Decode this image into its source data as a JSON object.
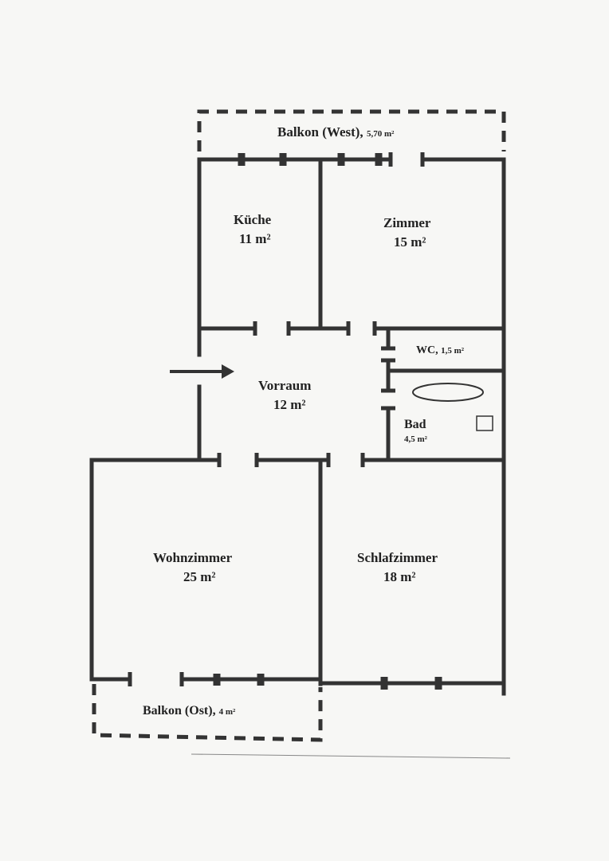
{
  "rooms": {
    "balkon_west": {
      "name": "Balkon (West),",
      "area": "5,70 m²"
    },
    "kueche": {
      "name": "Küche",
      "area": "11 m²"
    },
    "zimmer": {
      "name": "Zimmer",
      "area": "15 m²"
    },
    "wc": {
      "name": "WC,",
      "area": "1,5 m²"
    },
    "vorraum": {
      "name": "Vorraum",
      "area": "12 m²"
    },
    "bad": {
      "name": "Bad",
      "area": "4,5 m²"
    },
    "wohnzimmer": {
      "name": "Wohnzimmer",
      "area": "25 m²"
    },
    "schlafzimmer": {
      "name": "Schlafzimmer",
      "area": "18 m²"
    },
    "balkon_ost": {
      "name": "Balkon (Ost),",
      "area": "4 m²"
    }
  },
  "colors": {
    "wall": "#333333",
    "paper": "#f7f7f5"
  }
}
